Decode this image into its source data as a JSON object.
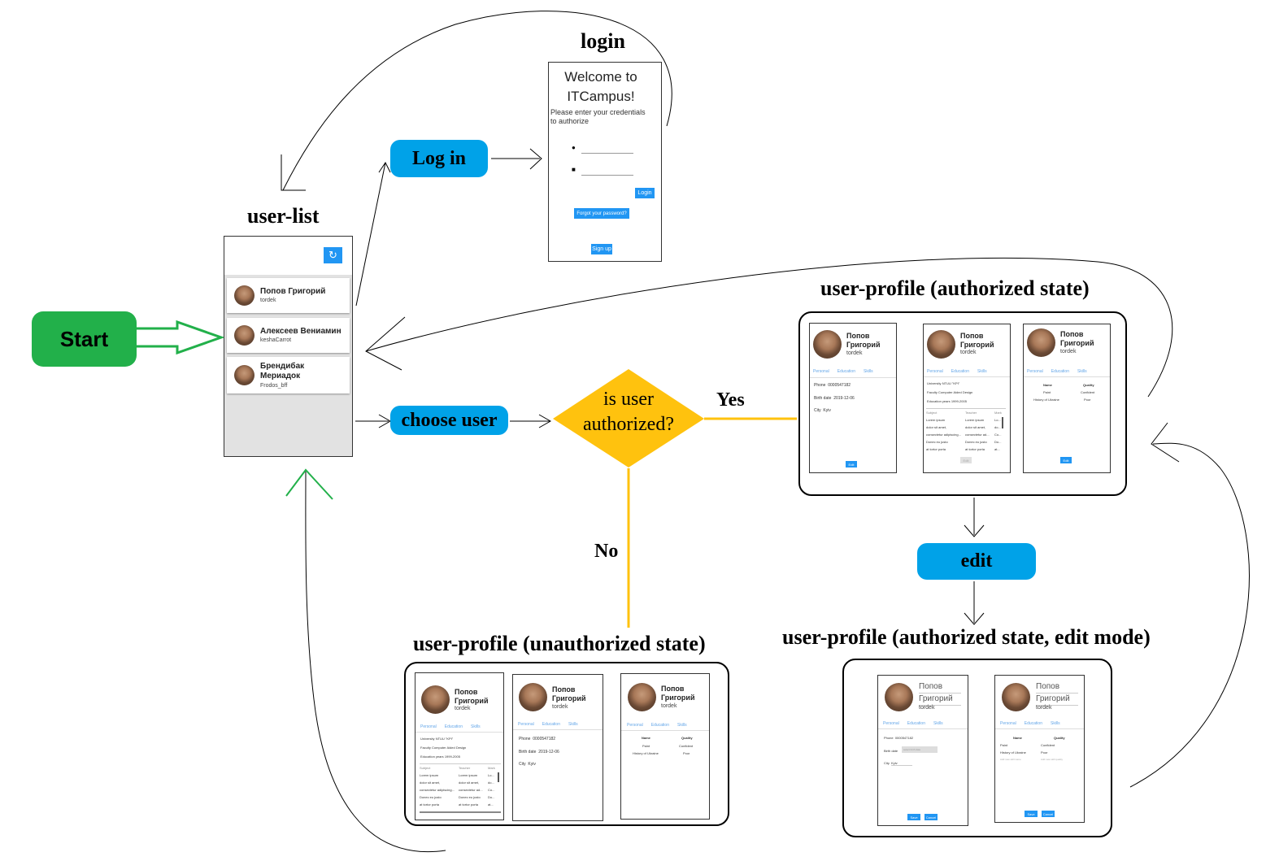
{
  "titles": {
    "login": "login",
    "user_list": "user-list",
    "profile_authorized": "user-profile (authorized state)",
    "profile_unauthorized": "user-profile (unauthorized state)",
    "profile_edit": "user-profile (authorized state, edit mode)"
  },
  "actions": {
    "start": "Start",
    "log_in": "Log in",
    "choose_user": "choose user",
    "edit": "edit"
  },
  "decision": {
    "question_line1": "is user",
    "question_line2": "authorized?",
    "yes": "Yes",
    "no": "No"
  },
  "login_screen": {
    "welcome_line1": "Welcome to",
    "welcome_line2": "ITCampus!",
    "hint_line1": "Please enter your credentials",
    "hint_line2": "to authorize",
    "login_button": "Login",
    "forgot_button": "Forgot your password?",
    "signup_button": "Sign up"
  },
  "user_list": {
    "users": [
      {
        "name": "Попов Григорий",
        "login": "tordek"
      },
      {
        "name": "Алексеев Вениамин",
        "login": "keshaCarrot"
      },
      {
        "name_line1": "Брендибак",
        "name_line2": "Мериадок",
        "login": "Frodos_bff"
      }
    ]
  },
  "profile": {
    "name_line1": "Попов",
    "name_line2": "Григорий",
    "login": "tordek",
    "tabs": [
      "Personal",
      "Education",
      "Skills"
    ],
    "personal": {
      "phone_label": "Phone",
      "phone": "0000547182",
      "birth_label": "Birth date",
      "birth": "2019-12-06",
      "city_label": "City",
      "city": "Kyiv"
    },
    "education": {
      "university_label": "University",
      "university": "NTUU \"KPI\"",
      "faculty_label": "Faculty",
      "faculty": "Computer Aided Design",
      "years_label": "Education years",
      "years": "1999-2005",
      "headers": [
        "Subject",
        "Teacher",
        "Mark"
      ],
      "rows": [
        [
          "Lorem ipsum",
          "Lorem ipsum",
          "Lo..."
        ],
        [
          "dolor sit amet,",
          "dolor sit amet,",
          "do..."
        ],
        [
          "consectetur adipiscing...",
          "consectetur ad...",
          "Co..."
        ],
        [
          "Donec eu justo",
          "Donec eu justo",
          "Do..."
        ],
        [
          "at tortor porta",
          "at tortor porta",
          "at..."
        ]
      ]
    },
    "skills": {
      "headers": [
        "Name",
        "Quality"
      ],
      "rows": [
        [
          "Paint",
          "Confident"
        ],
        [
          "History of Ukraine",
          "Poor"
        ]
      ],
      "add_name": "Add new skill name",
      "add_quality": "Add new skill quality"
    },
    "edit_button": "Edit",
    "save_button": "Save",
    "cancel_button": "Cancel",
    "birth_placeholder": "select birth date"
  },
  "colors": {
    "start_green": "#22b04a",
    "accent_blue": "#00a2e8",
    "decision_yellow": "#ffc20e",
    "button_blue": "#2196f3"
  }
}
